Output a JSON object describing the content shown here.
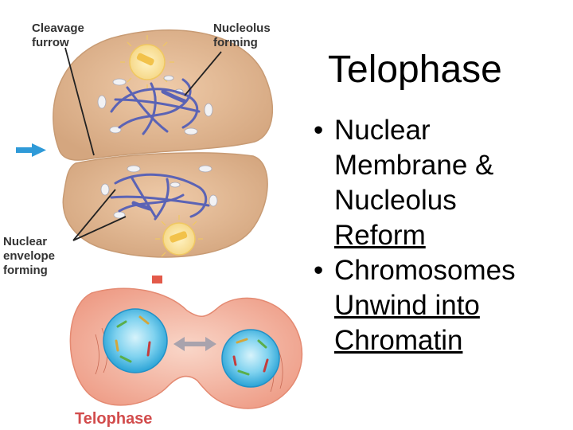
{
  "slide": {
    "title": "Telophase",
    "bullets": [
      {
        "marker": "•",
        "lines": [
          {
            "text": "Nuclear",
            "underline": false
          },
          {
            "text": "Membrane &",
            "underline": false
          },
          {
            "text": "Nucleolus",
            "underline": false
          },
          {
            "text": "Reform",
            "underline": true
          }
        ]
      },
      {
        "marker": "•",
        "lines": [
          {
            "text": "Chromosomes",
            "underline": false
          },
          {
            "text": "Unwind into",
            "underline": true
          },
          {
            "text": "Chromatin",
            "underline": true
          }
        ]
      }
    ]
  },
  "figure": {
    "top_diagram": {
      "label_cleavage_furrow_1": "Cleavage",
      "label_cleavage_furrow_2": "furrow",
      "label_nucleolus_1": "Nucleolus",
      "label_nucleolus_2": "forming",
      "label_envelope_1": "Nuclear",
      "label_envelope_2": "envelope",
      "label_envelope_3": "forming",
      "arrow_icon": "right-arrow-icon"
    },
    "bottom_diagram": {
      "caption": "Telophase"
    },
    "colors": {
      "cell_fill": "#deb48f",
      "chromosome": "#5b63b5",
      "pointer_arrow": "#2f9ad8",
      "bottom_cell": "#f2b4a2",
      "nucleus": "#42b8e4",
      "caption": "#d24c4c"
    }
  }
}
